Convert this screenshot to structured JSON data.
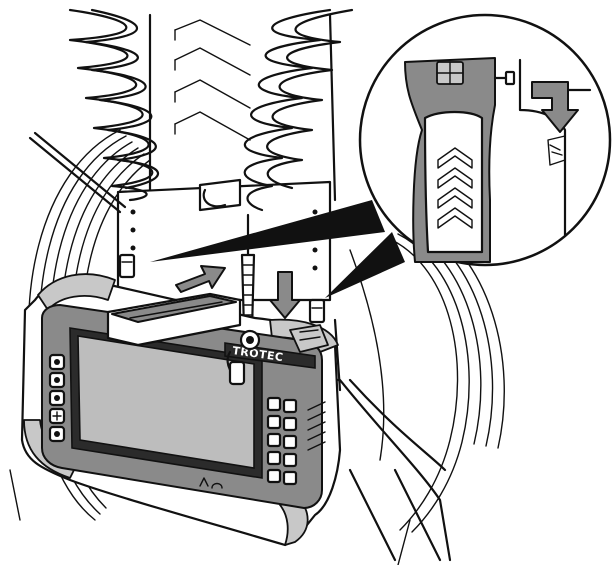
{
  "brand": {
    "label": "TROTEC"
  },
  "colors": {
    "line": "#111111",
    "body_gray": "#8a8a8a",
    "screen_gray": "#bdbdbd",
    "arrow_gray": "#7a7a7a"
  },
  "icons": [
    "coil-cable-left",
    "coil-cable-right",
    "camera-probe",
    "mounting-bracket",
    "mount-arrow",
    "insert-arrow",
    "device-clip",
    "inspection-monitor",
    "detail-zoom-circle"
  ]
}
